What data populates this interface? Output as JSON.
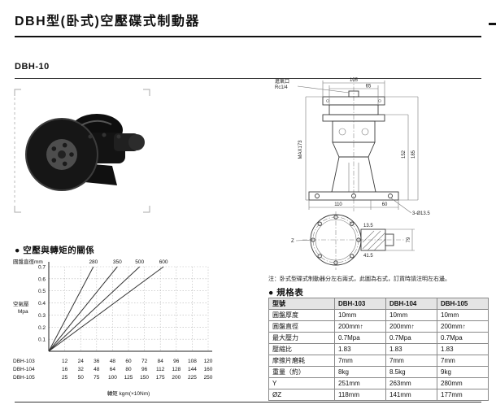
{
  "page": {
    "title": "DBH型(卧式)空壓碟式制動器",
    "section_label": "DBH-10",
    "note": "注：卧式型碟式制動器分左右兩式，此圖為右式，訂貨時請注明左右邊。",
    "chart_heading": "● 空壓與轉矩的關係",
    "table_heading": "● 規格表"
  },
  "drawing": {
    "air_inlet_line1": "進氣口",
    "air_inlet_line2": "Rc1/4",
    "dim_105": "105",
    "dim_65": "65",
    "dim_max173": "MAX173",
    "dim_152": "152",
    "dim_185": "185",
    "dim_110": "110",
    "dim_60": "60",
    "holes_note": "3-Ø13.5",
    "dim_13_5": "13.5",
    "dim_41_5": "41.5",
    "dim_79": "79",
    "z_label": "Z"
  },
  "chart_data": {
    "type": "line",
    "title": "空壓與轉矩的關係",
    "legend_label": "圓盤直徑mm",
    "ylabel_lines": [
      "空氣壓",
      "Mpa"
    ],
    "xlabel": "轉矩 kgm(×10Nm)",
    "ylim": [
      0,
      0.7
    ],
    "yticks": [
      0.1,
      0.2,
      0.3,
      0.4,
      0.5,
      0.6,
      0.7
    ],
    "series": [
      {
        "name": "280",
        "x_top_fraction": 0.28
      },
      {
        "name": "350",
        "x_top_fraction": 0.43
      },
      {
        "name": "500",
        "x_top_fraction": 0.57
      },
      {
        "name": "600",
        "x_top_fraction": 0.72
      }
    ],
    "x_rows": [
      {
        "label": "DBH-103",
        "values": [
          12,
          24,
          36,
          48,
          60,
          72,
          84,
          96,
          108,
          120
        ]
      },
      {
        "label": "DBH-104",
        "values": [
          16,
          32,
          48,
          64,
          80,
          96,
          112,
          128,
          144,
          160
        ]
      },
      {
        "label": "DBH-105",
        "values": [
          25,
          50,
          75,
          100,
          125,
          150,
          175,
          200,
          225,
          250
        ]
      }
    ]
  },
  "spec_table": {
    "headers": [
      "型號",
      "DBH-103",
      "DBH-104",
      "DBH-105"
    ],
    "rows": [
      [
        "圓盤厚度",
        "10mm",
        "10mm",
        "10mm"
      ],
      [
        "圓盤直徑",
        "200mm↑",
        "200mm↑",
        "200mm↑"
      ],
      [
        "最大壓力",
        "0.7Mpa",
        "0.7Mpa",
        "0.7Mpa"
      ],
      [
        "壓縮比",
        "1.83",
        "1.83",
        "1.83"
      ],
      [
        "摩擦片磨耗",
        "7mm",
        "7mm",
        "7mm"
      ],
      [
        "重量（約）",
        "8kg",
        "8.5kg",
        "9kg"
      ],
      [
        "Y",
        "251mm",
        "263mm",
        "280mm"
      ],
      [
        "ØZ",
        "118mm",
        "141mm",
        "177mm"
      ]
    ]
  }
}
